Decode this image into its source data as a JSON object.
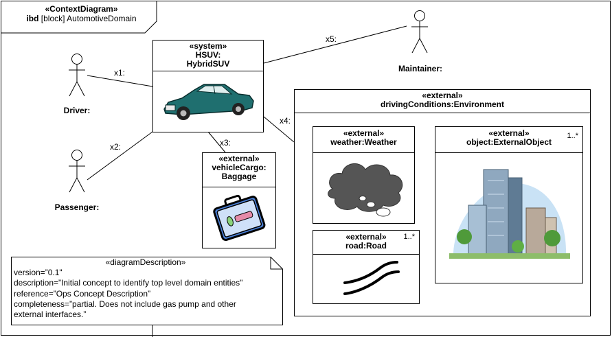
{
  "frame": {
    "stereotype": "«ContextDiagram»",
    "kind": "ibd",
    "context": "[block] AutomotiveDomain"
  },
  "actors": [
    {
      "name": "Driver:"
    },
    {
      "name": "Passenger:"
    },
    {
      "name": "Maintainer:"
    }
  ],
  "hsuv": {
    "stereotype": "«system»",
    "name_line1": "HSUV:",
    "name_line2": "HybridSUV"
  },
  "cargo": {
    "stereotype": "«external»",
    "name_line1": "vehicleCargo:",
    "name_line2": "Baggage"
  },
  "environment": {
    "stereotype": "«external»",
    "name": "drivingConditions:Environment"
  },
  "weather": {
    "stereotype": "«external»",
    "name": "weather:Weather"
  },
  "road": {
    "stereotype": "«external»",
    "name": "road:Road",
    "multiplicity": "1..*"
  },
  "object": {
    "stereotype": "«external»",
    "name": "object:ExternalObject",
    "multiplicity": "1..*"
  },
  "connectors": {
    "x1": "x1:",
    "x2": "x2:",
    "x3": "x3:",
    "x4": "x4:",
    "x5": "x5:"
  },
  "note": {
    "stereotype": "«diagramDescription»",
    "lines": [
      "version=”0.1\"",
      "description=”Initial concept to identify top level domain entities\"",
      "reference=”Ops Concept Description”",
      "completeness=”partial. Does not include gas pump and other",
      "external interfaces.”"
    ]
  }
}
